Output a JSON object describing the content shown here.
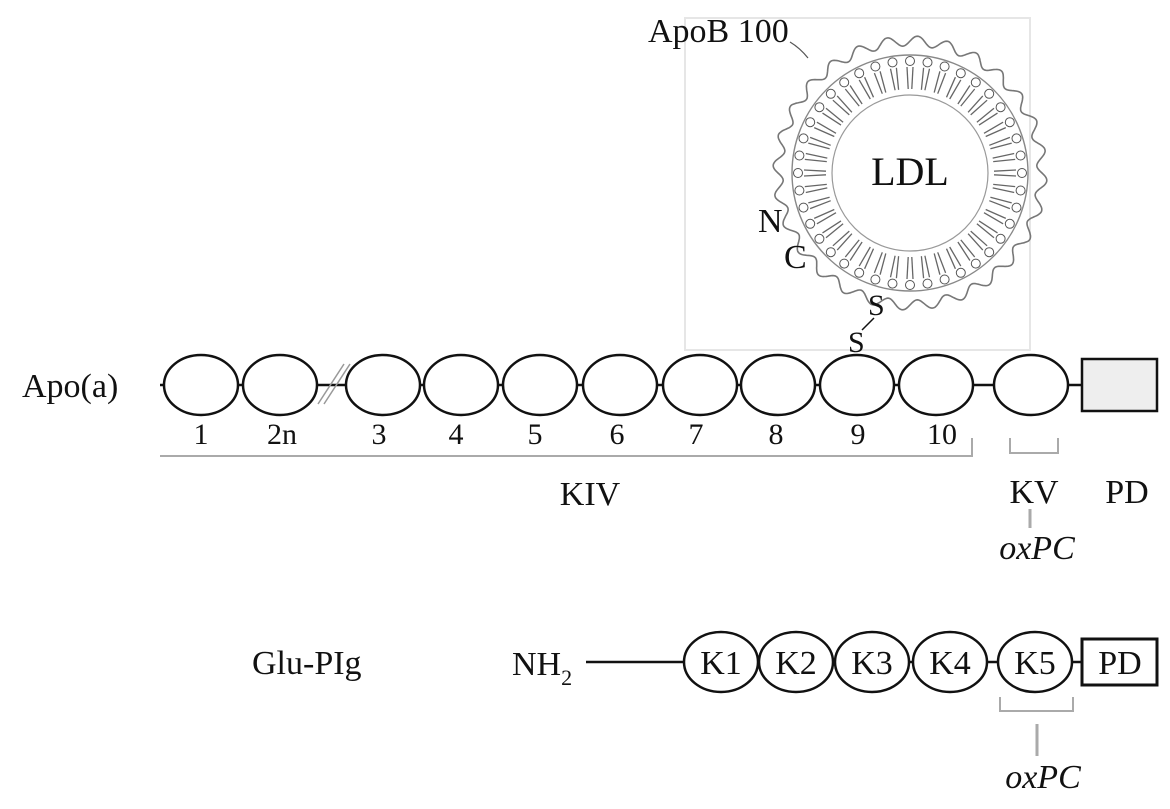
{
  "ldl": {
    "apob_label": "ApoB 100",
    "core_label": "LDL",
    "n_label": "N",
    "c_label": "C",
    "s_top": "S",
    "s_bottom": "S"
  },
  "apoa": {
    "name": "Apo(a)",
    "kringle_numbers": [
      "1",
      "2n",
      "3",
      "4",
      "5",
      "6",
      "7",
      "8",
      "9",
      "10"
    ],
    "kiv_label": "KIV",
    "kv_label": "KV",
    "pd_label": "PD",
    "kv_annotation": "oxPC"
  },
  "glu_plg": {
    "name": "Glu-PIg",
    "nterm_main": "NH",
    "nterm_sub": "2",
    "kringles": [
      "K1",
      "K2",
      "K3",
      "K4",
      "K5"
    ],
    "pd_label": "PD",
    "k5_annotation": "oxPC"
  },
  "colors": {
    "line": "#111111",
    "bracket": "#aaaaaa",
    "pd_fill": "#eeeeee",
    "frame": "#e6e6e6"
  }
}
